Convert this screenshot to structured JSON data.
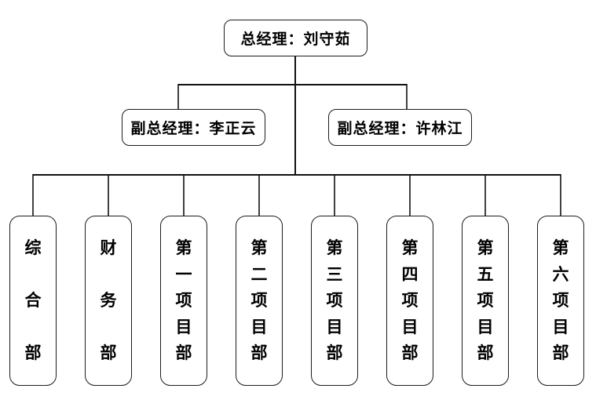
{
  "org_chart": {
    "root": {
      "label": "总经理：刘守茹"
    },
    "deputies": [
      {
        "label": "副总经理：李正云"
      },
      {
        "label": "副总经理：许林江"
      }
    ],
    "departments": [
      {
        "label": "综合部"
      },
      {
        "label": "财务部"
      },
      {
        "label": "第一项目部"
      },
      {
        "label": "第二项目部"
      },
      {
        "label": "第三项目部"
      },
      {
        "label": "第四项目部"
      },
      {
        "label": "第五项目部"
      },
      {
        "label": "第六项目部"
      }
    ],
    "colors": {
      "background": "#ffffff",
      "border": "#1c1c1c",
      "line": "#111111",
      "text": "#000000"
    }
  }
}
